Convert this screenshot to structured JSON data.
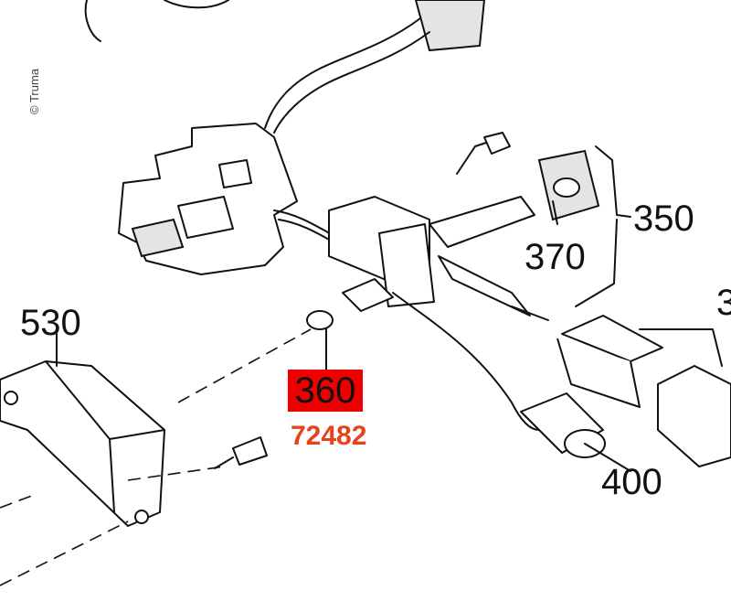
{
  "copyright": "© Truma",
  "labels": {
    "p530": "530",
    "p350": "350",
    "p370": "370",
    "p400": "400",
    "p3_cut": "3"
  },
  "highlight": {
    "position": "360",
    "part_number": "72482",
    "highlight_color": "#ee0000",
    "part_number_color": "#e8421c"
  }
}
